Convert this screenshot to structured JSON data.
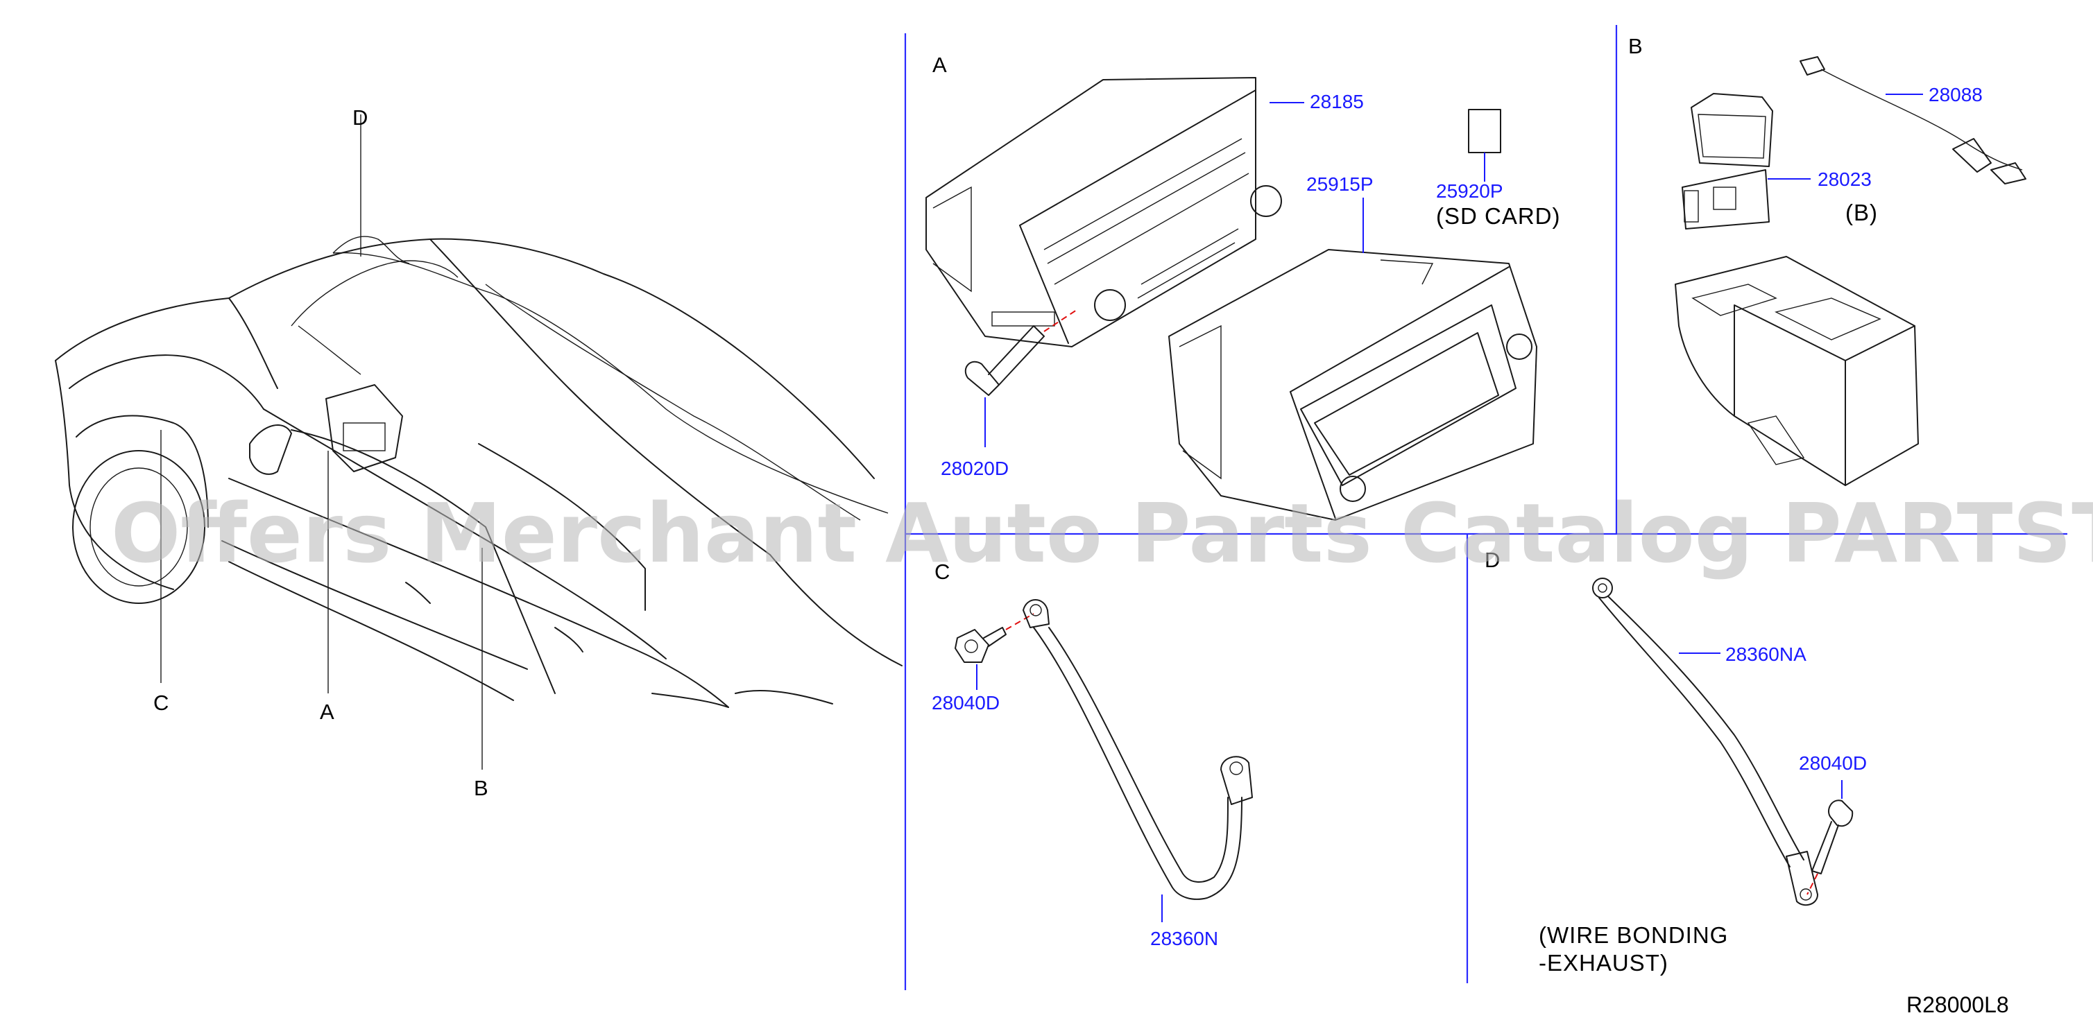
{
  "watermark": "Offers Merchant Auto Parts Catalog PARTSTORE.SA",
  "diagram_code": "R28000L8",
  "overview_callouts": {
    "a": "A",
    "b": "B",
    "c": "C",
    "d": "D"
  },
  "sections": {
    "a": {
      "title": "A",
      "parts": {
        "audio_unit": "28185",
        "display_unit": "25915P",
        "sd_card": "25920P",
        "screw": "28020D"
      },
      "sd_note": "(SD   CARD)"
    },
    "b": {
      "title": "B",
      "parts": {
        "usb_cable": "28088",
        "usb_jack": "28023"
      },
      "ref_note": "(B)"
    },
    "c": {
      "title": "C",
      "parts": {
        "bolt": "28040D",
        "strap": "28360N"
      }
    },
    "d": {
      "title": "D",
      "parts": {
        "strap": "28360NA",
        "bolt": "28040D"
      },
      "note_line1": "(WIRE   BONDING",
      "note_line2": "-EXHAUST)"
    }
  },
  "colors": {
    "part_number": "#1a1aff",
    "divider": "#2a2aff",
    "dashed_guide": "#e01010",
    "line_art": "#1a1a1a"
  }
}
